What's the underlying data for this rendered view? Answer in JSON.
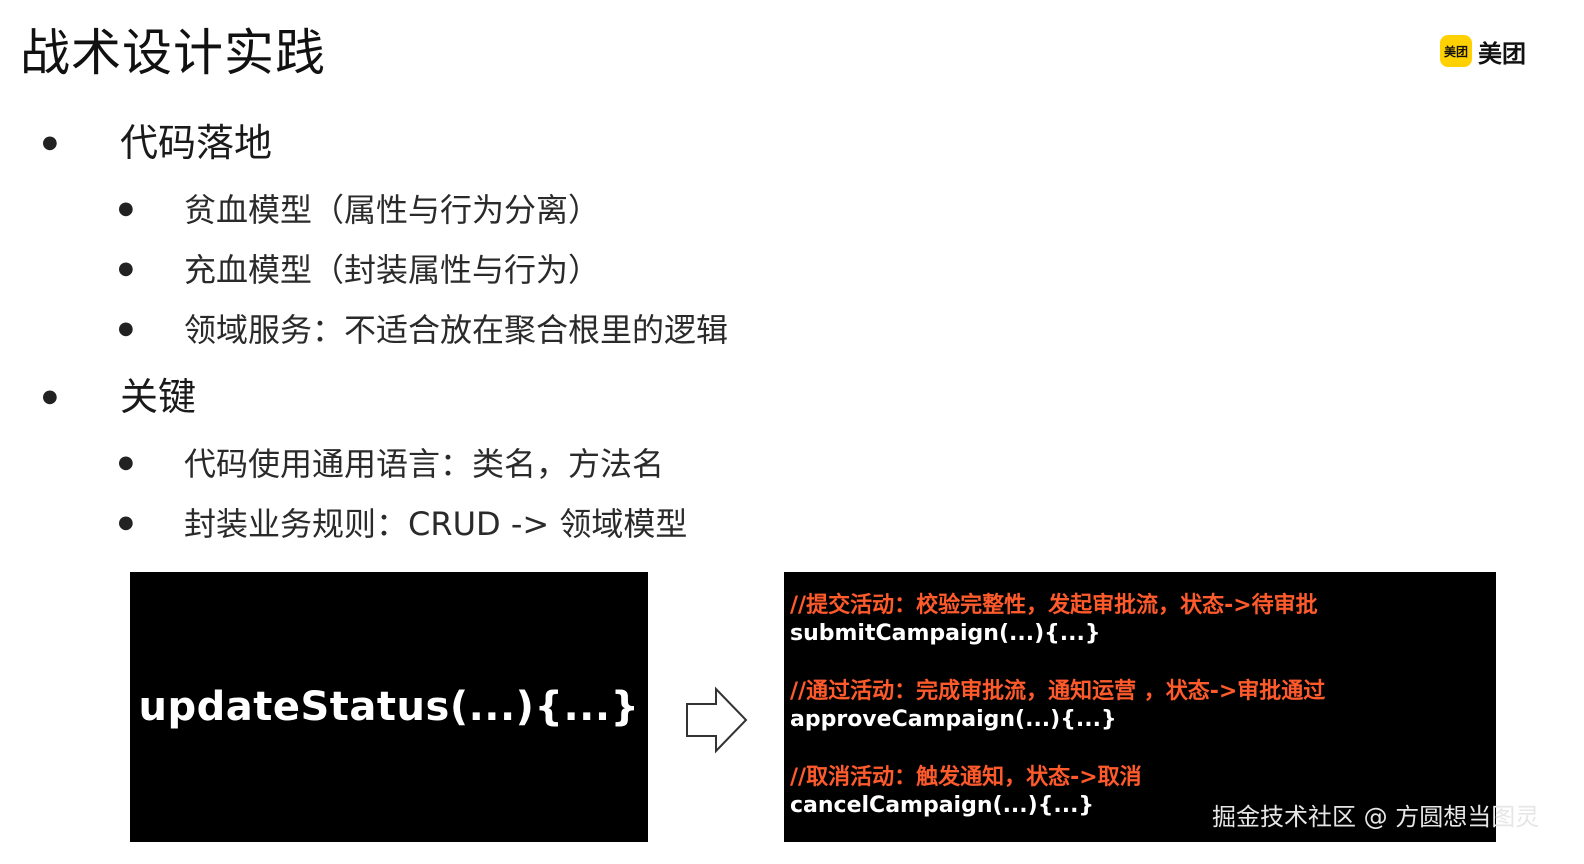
{
  "slide": {
    "title": "战术设计实践",
    "logo": {
      "mark": "美团",
      "text": "美团"
    },
    "bullet_glyph": "●",
    "sections": [
      {
        "heading": "代码落地",
        "items": [
          "贫血模型（属性与行为分离）",
          "充血模型（封装属性与行为）",
          "领域服务：不适合放在聚合根里的逻辑"
        ]
      },
      {
        "heading": "关键",
        "items": [
          "代码使用通用语言：类名，方法名",
          "封装业务规则：CRUD -> 领域模型"
        ]
      }
    ]
  },
  "code_left": "updateStatus(...){...}",
  "code_right": [
    {
      "comment": "//提交活动：校验完整性，发起审批流，状态->待审批",
      "code": "submitCampaign(...){...}"
    },
    {
      "comment": "//通过活动：完成审批流，通知运营 ，状态->审批通过",
      "code": "approveCampaign(...){...}"
    },
    {
      "comment": "//取消活动：触发通知，状态->取消",
      "code": "cancelCampaign(...){...}"
    }
  ],
  "watermark": "掘金技术社区 @ 方圆想当图灵",
  "colors": {
    "accent_orange": "#ff5a2c",
    "logo_yellow": "#ffd100",
    "code_bg": "#000000"
  },
  "icons": {
    "arrow": "right-arrow-outline-icon"
  }
}
